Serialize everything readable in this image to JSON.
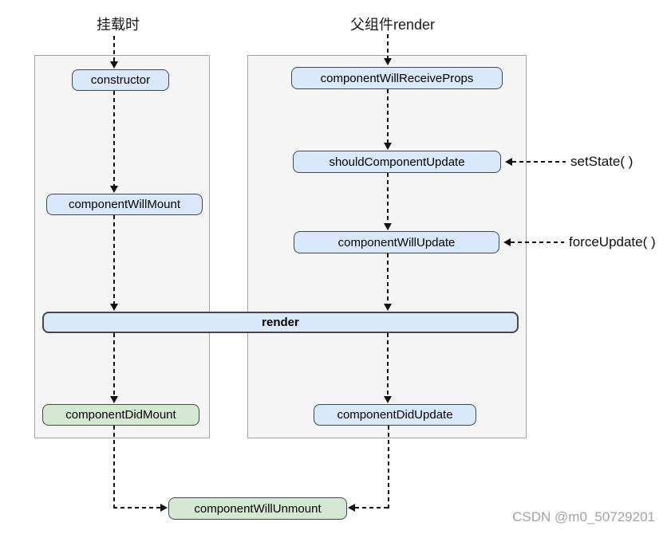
{
  "header": {
    "mount_phase_label": "挂载时",
    "parent_render_label": "父组件render"
  },
  "nodes": {
    "constructor": "constructor",
    "component_will_mount": "componentWillMount",
    "component_will_receive_props": "componentWillReceiveProps",
    "should_component_update": "shouldComponentUpdate",
    "component_will_update": "componentWillUpdate",
    "render": "render",
    "component_did_mount": "componentDidMount",
    "component_did_update": "componentDidUpdate",
    "component_will_unmount": "componentWillUnmount"
  },
  "annotations": {
    "set_state": "setState( )",
    "force_update": "forceUpdate( )"
  },
  "watermark": "CSDN @m0_50729201",
  "colors": {
    "node_blue_fill": "#dae8fc",
    "node_green_fill": "#d5e8d4",
    "node_border": "#42484d",
    "panel_fill": "#f5f5f5",
    "panel_border": "#a6a6a6",
    "arrow": "#111111",
    "watermark_text": "#a3a3a3"
  }
}
